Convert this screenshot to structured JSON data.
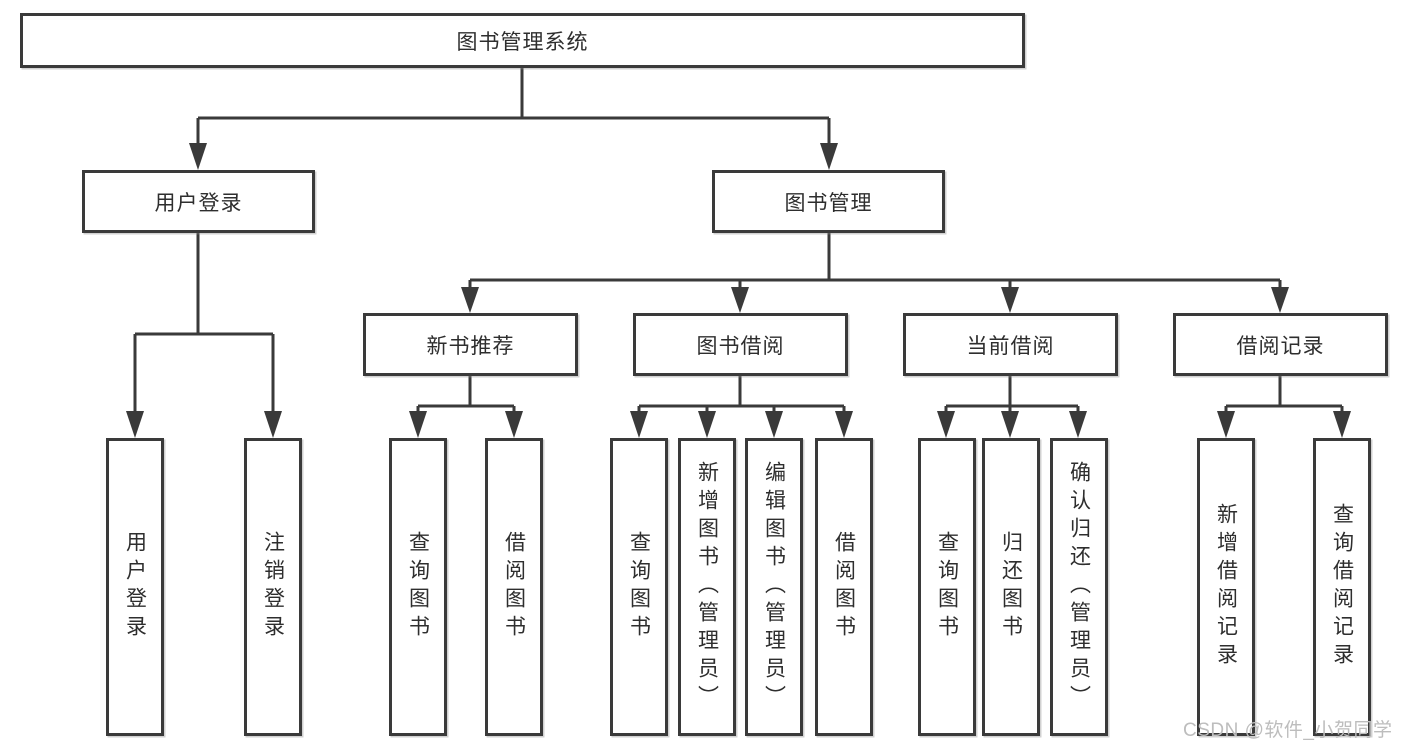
{
  "diagram": {
    "title": "图书管理系统",
    "branches": [
      {
        "label": "用户登录",
        "children": [
          {
            "label": "用户登录"
          },
          {
            "label": "注销登录"
          }
        ]
      },
      {
        "label": "图书管理",
        "children": [
          {
            "label": "新书推荐",
            "children": [
              {
                "label": "查询图书"
              },
              {
                "label": "借阅图书"
              }
            ]
          },
          {
            "label": "图书借阅",
            "children": [
              {
                "label": "查询图书"
              },
              {
                "label": "新增图书（管理员）"
              },
              {
                "label": "编辑图书（管理员）"
              },
              {
                "label": "借阅图书"
              }
            ]
          },
          {
            "label": "当前借阅",
            "children": [
              {
                "label": "查询图书"
              },
              {
                "label": "归还图书"
              },
              {
                "label": "确认归还（管理员）"
              }
            ]
          },
          {
            "label": "借阅记录",
            "children": [
              {
                "label": "新增借阅记录"
              },
              {
                "label": "查询借阅记录"
              }
            ]
          }
        ]
      }
    ]
  },
  "watermark": {
    "text": "CSDN @软件_小贺同学"
  },
  "colors": {
    "line": "#3a3a3a",
    "text": "#2e2e2e",
    "watermark": "#bdbdbd",
    "background": "#ffffff"
  }
}
